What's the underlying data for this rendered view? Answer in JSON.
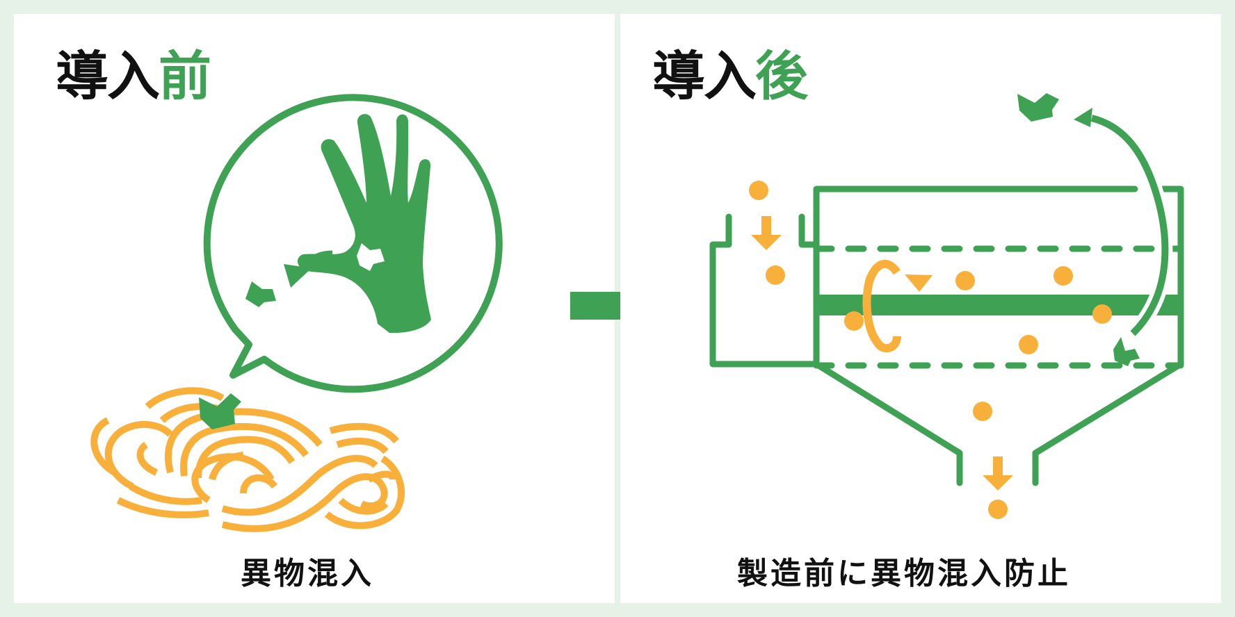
{
  "colors": {
    "background": "#e6f1e7",
    "panel": "#ffffff",
    "green": "#3ea153",
    "orange": "#f9b03b",
    "text": "#111111"
  },
  "before": {
    "heading_main": "導入",
    "heading_accent": "前",
    "caption": "異物混入",
    "icons": [
      "speech-bubble-icon",
      "glove-hand-icon",
      "glove-fragment-icon",
      "noodle-pile-icon"
    ]
  },
  "transition": {
    "icon": "right-arrow-icon"
  },
  "after": {
    "heading_main": "導入",
    "heading_accent": "後",
    "caption": "製造前に異物混入防止",
    "icons": [
      "sorting-machine-icon",
      "rotating-drum-icon",
      "particle-dots-icon",
      "reject-return-arrow-icon",
      "glove-fragment-icon"
    ]
  }
}
